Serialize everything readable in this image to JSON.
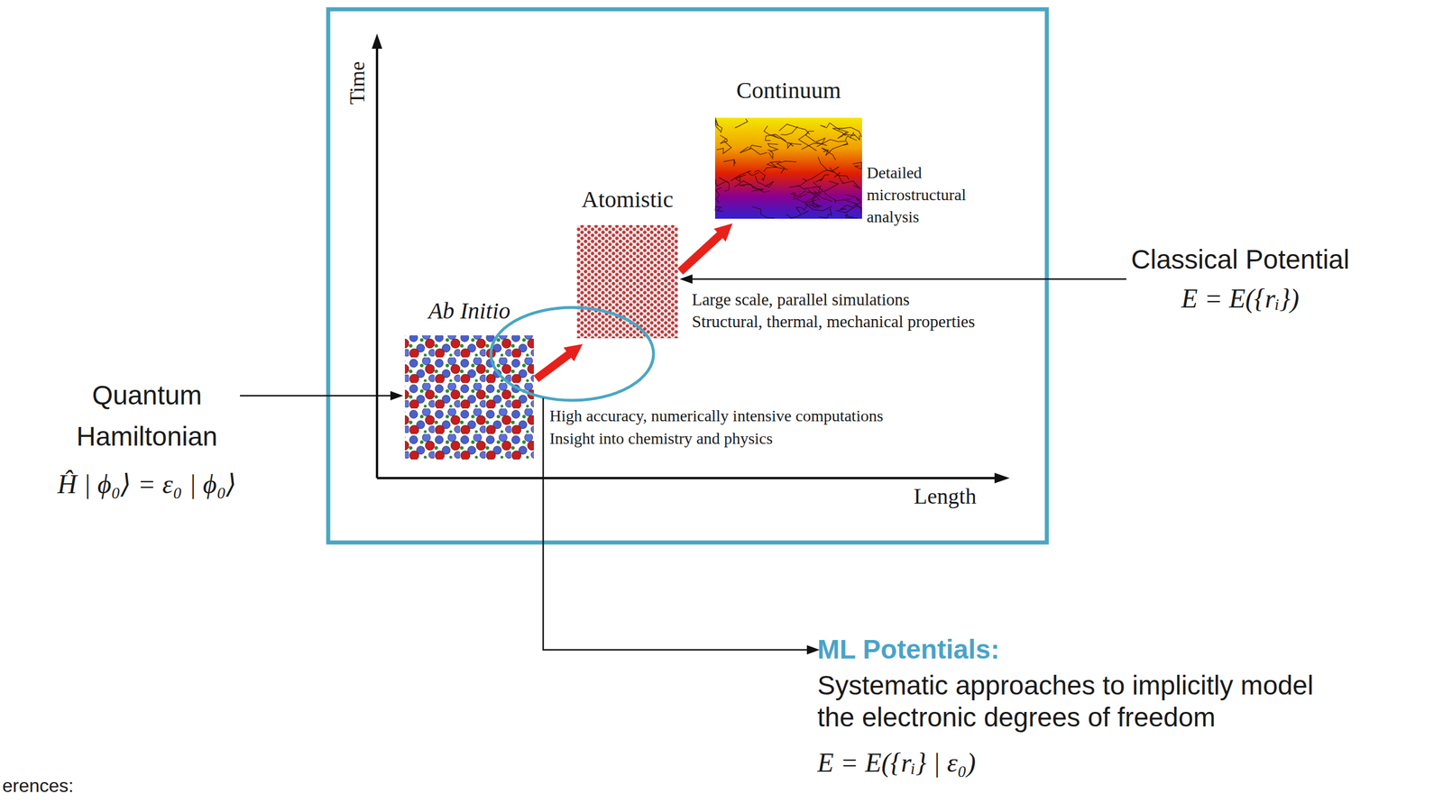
{
  "diagram": {
    "nodes": [
      {
        "text": [
          "Ab Initio",
          "High accuracy, numerically intensive computations",
          "Insight into chemistry and physics"
        ]
      },
      {
        "text": [
          "Atomistic",
          "Large scale, parallel simulations",
          "Structural, thermal, mechanical properties"
        ]
      },
      {
        "text": [
          "Continuum",
          "Detailed microstructural analysis"
        ]
      },
      {
        "text": [
          "Quantum Hamiltonian",
          "Ĥ | ϕ₀⟩ = ε₀ | ϕ₀⟩"
        ]
      },
      {
        "text": [
          "Classical Potential",
          "E = E({rᵢ})"
        ]
      },
      {
        "text": [
          "ML Potentials:",
          "Systematic approaches to implicitly model the electronic degrees of freedom",
          "E = E({rᵢ} | ε₀)"
        ]
      }
    ],
    "edges": [
      {
        "from": 0,
        "to": 1,
        "arrow": "to"
      },
      {
        "from": 1,
        "to": 2,
        "arrow": "to"
      },
      {
        "from": 3,
        "to": 0,
        "arrow": "to"
      },
      {
        "from": 4,
        "to": 1,
        "arrow": "to"
      }
    ],
    "labels": [
      "Time",
      "Length",
      "erences:"
    ]
  }
}
